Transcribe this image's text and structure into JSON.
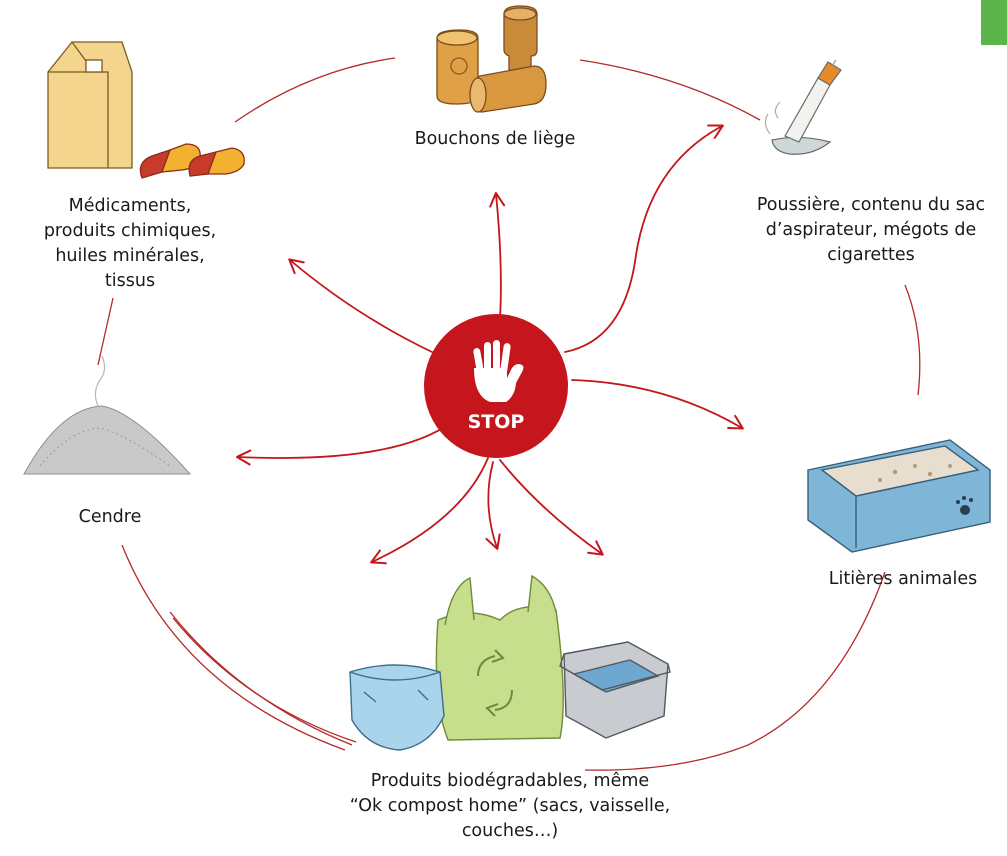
{
  "center": {
    "label": "STOP",
    "icon": "hand-stop-icon",
    "color": "#c4161c"
  },
  "colors": {
    "accent": "#c4161c",
    "lines": "#b52a2a",
    "tab": "#5cb54a"
  },
  "items": [
    {
      "key": "corks",
      "label": "Bouchons de liège",
      "icon": "cork-icon"
    },
    {
      "key": "dust",
      "label": "Poussière, contenu du sac\nd’aspirateur, mégots de\ncigarettes",
      "icon": "cigarette-butt-icon"
    },
    {
      "key": "litter",
      "label": "Litières animales",
      "icon": "litter-box-icon"
    },
    {
      "key": "biodegradable",
      "label": "Produits biodégradables, même\n“Ok compost home” (sacs, vaisselle,\ncouches…)",
      "icon": "biodegradable-products-icon"
    },
    {
      "key": "ash",
      "label": "Cendre",
      "icon": "ash-pile-icon"
    },
    {
      "key": "medicines",
      "label": "Médicaments,\nproduits chimiques,\nhuiles minérales,\ntissus",
      "icon": "medicine-chemicals-icon"
    }
  ]
}
